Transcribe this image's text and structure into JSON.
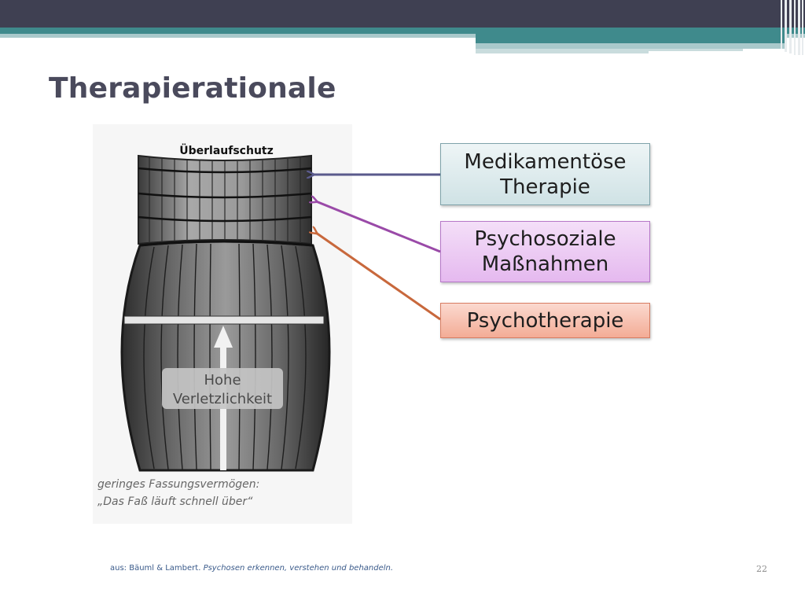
{
  "slide": {
    "title": "Therapierationale",
    "page_number": "22"
  },
  "figure": {
    "heading": "Überlaufschutz",
    "label_lines": [
      "Hohe",
      "Verletzlichkeit"
    ],
    "caption_lines": [
      "geringes Fassungsvermögen:",
      "„Das Faß läuft schnell über“"
    ]
  },
  "boxes": {
    "medication": {
      "lines": [
        "Medikamentöse",
        "Therapie"
      ],
      "arrow_color": "#5a5a8c"
    },
    "psychosocial": {
      "lines": [
        "Psychosoziale",
        "Maßnahmen"
      ],
      "arrow_color": "#9a4aa8"
    },
    "psychotherapy": {
      "lines": [
        "Psychotherapie"
      ],
      "arrow_color": "#c8683c"
    }
  },
  "footer": {
    "prefix": "aus: Bäuml & Lambert. ",
    "title": "Psychosen erkennen, verstehen und behandeln."
  },
  "colors": {
    "title": "#4a4a5c",
    "band_dark": "#3f4052",
    "band_teal": "#3f8a8c",
    "band_light": "#b9d4d6",
    "footer_text": "#3a5a8a"
  }
}
